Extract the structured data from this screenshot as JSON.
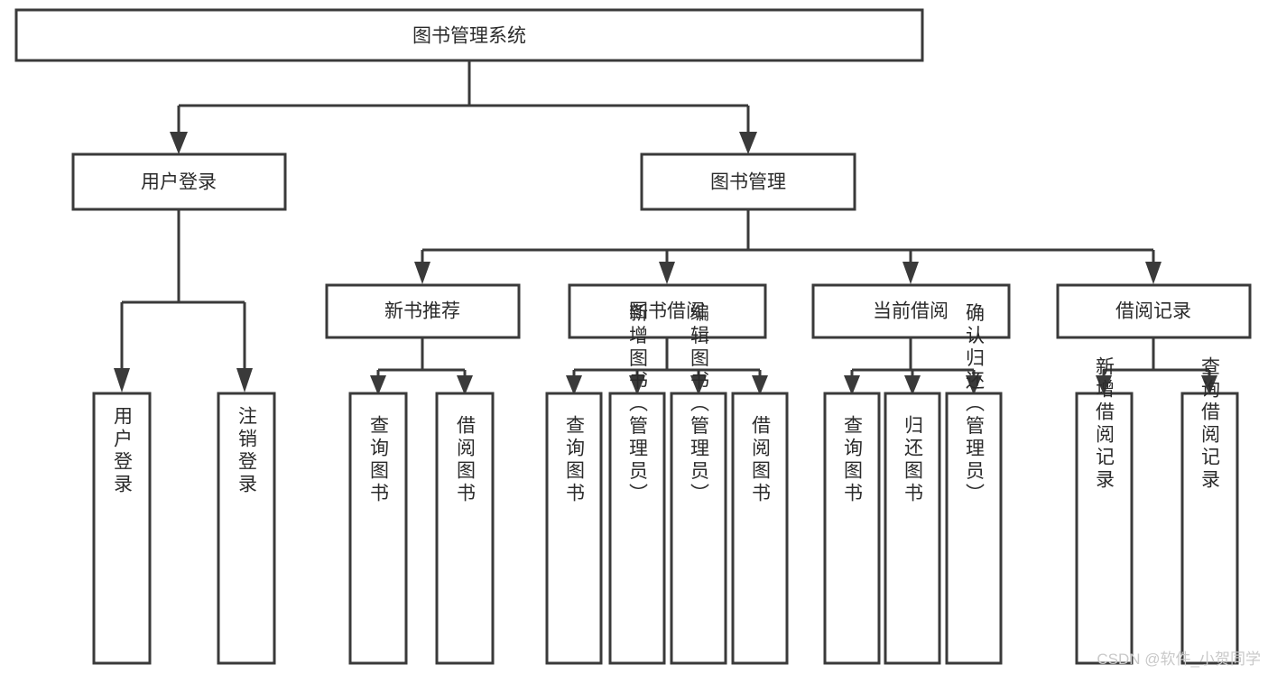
{
  "diagram": {
    "type": "tree-hierarchy-chart",
    "title": "图书管理系统",
    "watermark": "CSDN @软件_小贺同学",
    "colors": {
      "stroke": "#3a3a3a",
      "fill": "#ffffff",
      "text": "#2b2b2b",
      "watermark": "#c9c9c9"
    },
    "levels": {
      "level0": [
        {
          "id": "root",
          "label": "图书管理系统"
        }
      ],
      "level1": [
        {
          "id": "user-login",
          "label": "用户登录"
        },
        {
          "id": "book-manage",
          "label": "图书管理"
        }
      ],
      "level2": [
        {
          "id": "new-book-rec",
          "label": "新书推荐"
        },
        {
          "id": "book-borrow",
          "label": "图书借阅"
        },
        {
          "id": "current-borrow",
          "label": "当前借阅"
        },
        {
          "id": "borrow-record",
          "label": "借阅记录"
        }
      ],
      "level3": [
        {
          "id": "leaf-user-login",
          "label": "用户登录"
        },
        {
          "id": "leaf-user-logout",
          "label": "注销登录"
        },
        {
          "id": "leaf-query-book-1",
          "label": "查询图书"
        },
        {
          "id": "leaf-borrow-book-1",
          "label": "借阅图书"
        },
        {
          "id": "leaf-query-book-2",
          "label": "查询图书"
        },
        {
          "id": "leaf-add-book",
          "label": "新增图书（管理员）"
        },
        {
          "id": "leaf-edit-book",
          "label": "编辑图书（管理员）"
        },
        {
          "id": "leaf-borrow-book-2",
          "label": "借阅图书"
        },
        {
          "id": "leaf-query-book-3",
          "label": "查询图书"
        },
        {
          "id": "leaf-return-book",
          "label": "归还图书"
        },
        {
          "id": "leaf-confirm-return",
          "label": "确认归还（管理员）"
        },
        {
          "id": "leaf-add-record",
          "label": "新增借阅记录"
        },
        {
          "id": "leaf-query-record",
          "label": "查询借阅记录"
        }
      ]
    },
    "edges": [
      {
        "from": "root",
        "to": "user-login"
      },
      {
        "from": "root",
        "to": "book-manage"
      },
      {
        "from": "user-login",
        "to": "leaf-user-login"
      },
      {
        "from": "user-login",
        "to": "leaf-user-logout"
      },
      {
        "from": "book-manage",
        "to": "new-book-rec"
      },
      {
        "from": "book-manage",
        "to": "book-borrow"
      },
      {
        "from": "book-manage",
        "to": "current-borrow"
      },
      {
        "from": "book-manage",
        "to": "borrow-record"
      },
      {
        "from": "new-book-rec",
        "to": "leaf-query-book-1"
      },
      {
        "from": "new-book-rec",
        "to": "leaf-borrow-book-1"
      },
      {
        "from": "book-borrow",
        "to": "leaf-query-book-2"
      },
      {
        "from": "book-borrow",
        "to": "leaf-add-book"
      },
      {
        "from": "book-borrow",
        "to": "leaf-edit-book"
      },
      {
        "from": "book-borrow",
        "to": "leaf-borrow-book-2"
      },
      {
        "from": "current-borrow",
        "to": "leaf-query-book-3"
      },
      {
        "from": "current-borrow",
        "to": "leaf-return-book"
      },
      {
        "from": "current-borrow",
        "to": "leaf-confirm-return"
      },
      {
        "from": "borrow-record",
        "to": "leaf-add-record"
      },
      {
        "from": "borrow-record",
        "to": "leaf-query-record"
      }
    ]
  }
}
